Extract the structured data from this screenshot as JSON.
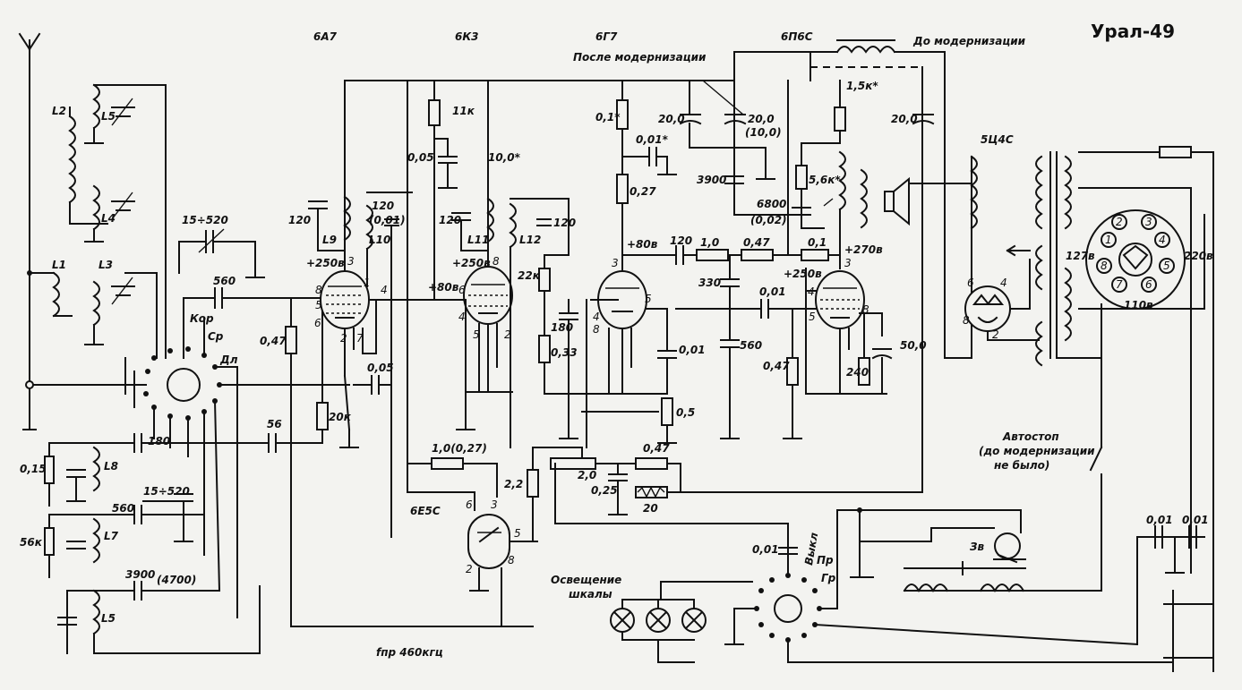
{
  "title": "Урал-49",
  "tubes": {
    "t1": "6А7",
    "t2": "6К3",
    "t3": "6Г7",
    "t4": "6П6С",
    "t5": "6Е5С",
    "t6": "5Ц4С"
  },
  "notes": {
    "before_mod": "До модернизации",
    "after_mod": "После модернизации",
    "autostop": "Автостоп",
    "autostop2": "(до модернизации",
    "autostop3": "не было)",
    "scale_light": "Освещение",
    "scale_light2": "шкалы",
    "if_freq": "fпр 460кгц"
  },
  "coils": {
    "L1": "L1",
    "L2": "L2",
    "L3": "L3",
    "L4": "L4",
    "L5": "L5",
    "L5b": "L5",
    "L7": "L7",
    "L8": "L8",
    "L9": "L9",
    "L10": "L10",
    "L11": "L11",
    "L12": "L12"
  },
  "switch_labels": {
    "kor": "Кор",
    "sr": "Ср",
    "dl": "Дл",
    "pr": "Пр",
    "vykl": "Выкл",
    "gr": "Гр",
    "zv": "Зв"
  },
  "values": {
    "c_15_520_a": "15÷520",
    "c_560_a": "560",
    "r_047_a": "0,47",
    "c_56": "56",
    "r_20k": "20к",
    "c_005_a": "0,05",
    "c_120_a": "120",
    "c_120_b": "120",
    "c_001_b": "(0,01)",
    "v_250_a": "+250в",
    "c_180": "180",
    "r_015": "0,15",
    "c_15_520_b": "15÷520",
    "c_560_b": "560",
    "r_56k": "56к",
    "c_3900_a": "3900",
    "c_4700": "(4700)",
    "r_11k": "11к",
    "c_005_b": "0,05",
    "r_10": "10,0*",
    "c_120_c": "120",
    "v_250_b": "+250в",
    "v_80_a": "+80в",
    "c_120_d": "120",
    "r_22k": "22к",
    "c_180_b": "180",
    "r_033": "0,33",
    "r_1_027": "1,0(0,27)",
    "r_22": "2,2",
    "r_01": "0,1*",
    "c_001_a": "0,01*",
    "r_027": "0,27",
    "v_80_b": "+80в",
    "c_120_e": "120",
    "r_10b": "1,0",
    "r_047_b": "0,47",
    "c_330": "330",
    "c_560_c": "560",
    "c_001_c": "0,01",
    "r_05": "0,5",
    "r_20": "2,0",
    "r_047_c": "0,47",
    "c_025": "0,25",
    "r_20b": "20",
    "c_200_a": "20,0",
    "c_200_b": "20,0",
    "c_100": "(10,0)",
    "c_3900_b": "3900",
    "c_6800": "6800",
    "c_002": "(0,02)",
    "r_15k": "1,5к*",
    "r_56k_b": "5,6к*",
    "c_200_c": "20,0",
    "r_01b": "0,1",
    "v_270": "+270в",
    "v_250_c": "+250в",
    "c_001_d": "0,01",
    "r_047_d": "0,47",
    "r_240": "240",
    "c_500": "50,0",
    "v_127": "127в",
    "v_220": "220в",
    "v_110": "110в",
    "c_001_e": "0,01",
    "c_001_f": "0,01",
    "c_001_g": "0,01"
  },
  "pins": {
    "p2": "2",
    "p3": "3",
    "p4": "4",
    "p5": "5",
    "p6": "6",
    "p7": "7",
    "p8": "8",
    "p1": "1"
  },
  "colors": {
    "ink": "#111111",
    "paper": "#f3f3f0"
  }
}
